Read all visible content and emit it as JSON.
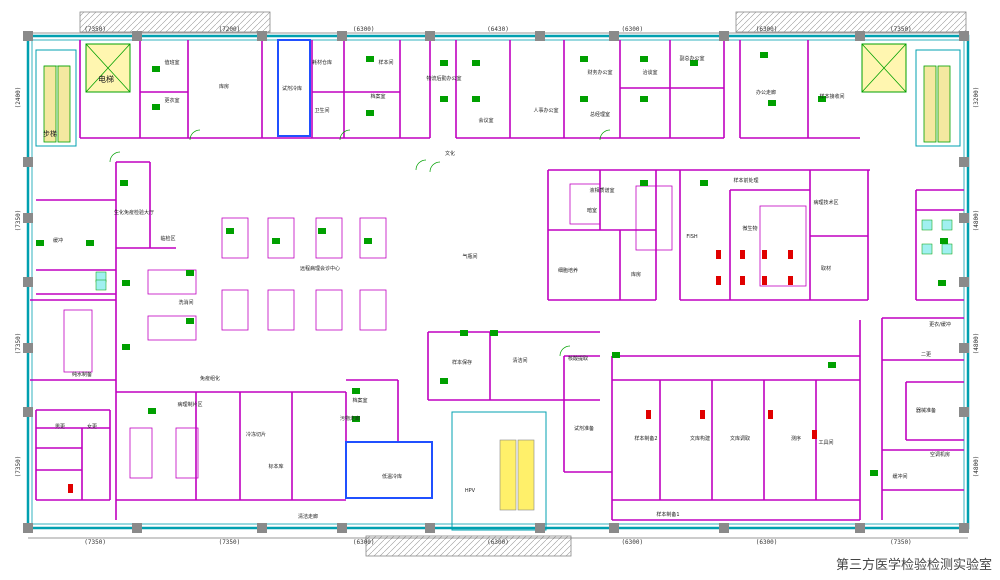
{
  "caption": "第三方医学检验检测实验室",
  "colors": {
    "wall": "#c000c0",
    "outer": "#00a0b0",
    "column": "#8a8a8a",
    "dim": "#333333",
    "green": "#00a000",
    "red": "#e00000",
    "blue": "#2050ff",
    "yellow": "#f4e040"
  },
  "dimensions": {
    "top": [
      "(7350)",
      "(7200)",
      "(6300)",
      "(6430)",
      "(6300)",
      "(6300)",
      "(7350)"
    ],
    "bottom": [
      "(7350)",
      "(7350)",
      "(6300)",
      "(6300)",
      "(6300)",
      "(6300)",
      "(7350)"
    ],
    "left": [
      "(2400)",
      "(7350)",
      "(7350)",
      "(7350)"
    ],
    "right": [
      "(3200)",
      "(4800)",
      "(4800)",
      "(4800)"
    ]
  },
  "rooms": [
    {
      "label": "电梯"
    },
    {
      "label": "步梯"
    },
    {
      "label": "值班室"
    },
    {
      "label": "更衣室"
    },
    {
      "label": "库房"
    },
    {
      "label": "试剂冷库"
    },
    {
      "label": "耗材仓库"
    },
    {
      "label": "样本间"
    },
    {
      "label": "卫生间"
    },
    {
      "label": "档案室"
    },
    {
      "label": "物流后勤办公室"
    },
    {
      "label": "会议室"
    },
    {
      "label": "人事办公室"
    },
    {
      "label": "财务办公室"
    },
    {
      "label": "洽谈室"
    },
    {
      "label": "总经理室"
    },
    {
      "label": "副总办公室"
    },
    {
      "label": "办公走廊"
    },
    {
      "label": "样本接收间"
    },
    {
      "label": "文化"
    },
    {
      "label": "缓冲"
    },
    {
      "label": "生化免疫检验大厅"
    },
    {
      "label": "临检区"
    },
    {
      "label": "远程病理会诊中心"
    },
    {
      "label": "洗消间"
    },
    {
      "label": "气瓶间"
    },
    {
      "label": "液相质谱室"
    },
    {
      "label": "样本前处理"
    },
    {
      "label": "FISH"
    },
    {
      "label": "暗室"
    },
    {
      "label": "细胞培养"
    },
    {
      "label": "库房"
    },
    {
      "label": "微生物"
    },
    {
      "label": "病理技术区"
    },
    {
      "label": "取材"
    },
    {
      "label": "免疫组化"
    },
    {
      "label": "纯水制备"
    },
    {
      "label": "病理制片区"
    },
    {
      "label": "冷冻切片"
    },
    {
      "label": "标本库"
    },
    {
      "label": "档案室"
    },
    {
      "label": "低温冷库"
    },
    {
      "label": "污物走廊"
    },
    {
      "label": "清洁走廊"
    },
    {
      "label": "样本制备1"
    },
    {
      "label": "样本制备2"
    },
    {
      "label": "文库构建"
    },
    {
      "label": "文库调取"
    },
    {
      "label": "测序"
    },
    {
      "label": "工具间"
    },
    {
      "label": "核酸提取"
    },
    {
      "label": "试剂准备"
    },
    {
      "label": "清洁间"
    },
    {
      "label": "样本保存"
    },
    {
      "label": "空调机房"
    },
    {
      "label": "HPV"
    },
    {
      "label": "男更"
    },
    {
      "label": "女更"
    },
    {
      "label": "更衣/缓冲"
    },
    {
      "label": "二更"
    },
    {
      "label": "器械准备"
    },
    {
      "label": "缓冲间"
    }
  ]
}
